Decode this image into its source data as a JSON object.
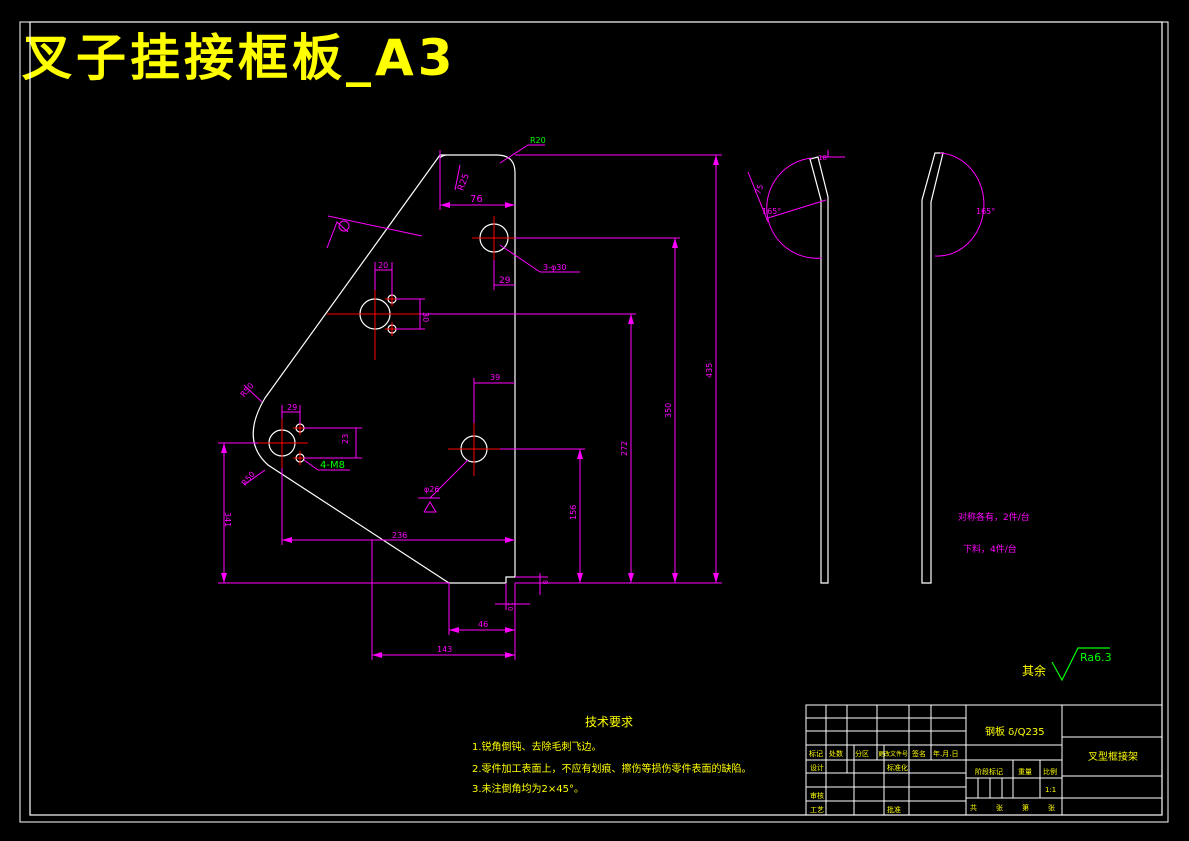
{
  "title": "叉子挂接框板_A3",
  "colors": {
    "background": "#000000",
    "outline": "#ffffff",
    "dimension": "#ff00ff",
    "annotation": "#00ff00",
    "centerline": "#ff0000",
    "title": "#ffff00"
  },
  "dimensions": {
    "r20": "R20",
    "r25_top": "R25",
    "d76": "76",
    "d29": "29",
    "d3holes": "3-φ30",
    "d29b": "29",
    "d30": "30",
    "d39": "39",
    "d20": "20",
    "d23": "23",
    "m8": "4-M8",
    "r50": "R50",
    "r50b": "R50",
    "d341": "341",
    "d236": "236",
    "phi26": "φ26",
    "d8": "8",
    "d10": "10",
    "d46": "46",
    "d143": "143",
    "d156": "156",
    "d272": "272",
    "d350": "350",
    "d435": "435",
    "angle165a": "165°",
    "angle165b": "165°",
    "d18": "18",
    "d75": "75"
  },
  "notes": {
    "qty_left": "对称各有，2件/台",
    "qty_right": "下料，4件/台",
    "surface_label": "其余",
    "surface_value": "Ra6.3"
  },
  "requirements": {
    "heading": "技术要求",
    "items": [
      "1.锐角倒钝、去除毛刺飞边。",
      "2.零件加工表面上，不应有划痕、擦伤等损伤零件表面的缺陷。",
      "3.未注倒角均为2×45°。"
    ]
  },
  "title_block": {
    "material": "钢板 δ/Q235",
    "part_name": "叉型框接架",
    "scale": "1:1",
    "headers": [
      "标记",
      "处数",
      "分区",
      "更改文件号",
      "签名",
      "年.月.日"
    ],
    "design": "设计",
    "standard": "标准化",
    "stage": "阶段标记",
    "weight": "重量",
    "scale_label": "比例",
    "review": "审核",
    "process": "工艺",
    "approve": "批准",
    "sheets": [
      "共",
      "张",
      "第",
      "张"
    ]
  }
}
